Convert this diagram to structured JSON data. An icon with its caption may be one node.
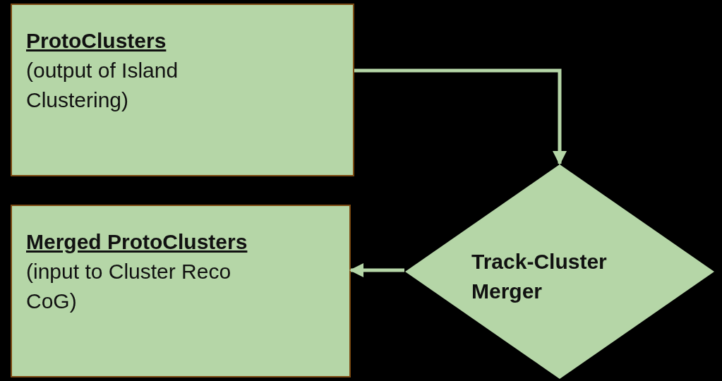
{
  "diagram": {
    "nodes": [
      {
        "text": [
          "ProtoClusters",
          "(output of Island Clustering)"
        ]
      },
      {
        "text": [
          "Merged ProtoClusters",
          "(input to Cluster Reco CoG)"
        ]
      },
      {
        "text": [
          "Track-Cluster Merger"
        ]
      }
    ],
    "edges": [
      {
        "from": 0,
        "to": 2,
        "arrow": "to"
      },
      {
        "from": 2,
        "to": 1,
        "arrow": "to"
      }
    ]
  }
}
